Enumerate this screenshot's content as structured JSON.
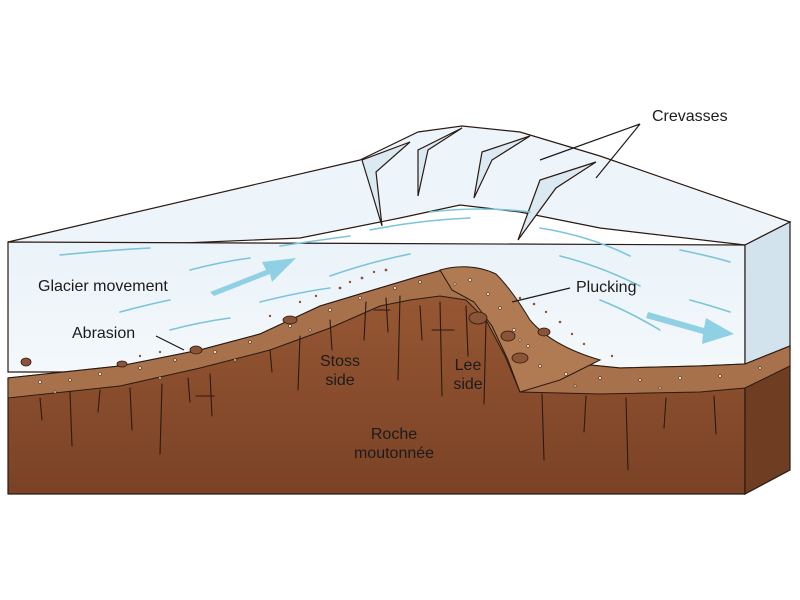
{
  "labels": {
    "crevasses": "Crevasses",
    "glacier_movement": "Glacier movement",
    "abrasion": "Abrasion",
    "plucking": "Plucking",
    "stoss_line1": "Stoss",
    "stoss_line2": "side",
    "lee_line1": "Lee",
    "lee_line2": "side",
    "roche_line1": "Roche",
    "roche_line2": "moutonnée"
  },
  "colors": {
    "ice_top": "#eef5fa",
    "ice_front": "#e4eef6",
    "ice_side": "#d3e3ee",
    "ice_flow_marks": "#7cc4da",
    "flow_arrow": "#8fd0e4",
    "bedrock": "#8a4f2e",
    "bedrock_side": "#6e3d22",
    "debris_layer": "#a7714b",
    "outline": "#2a1a12"
  }
}
